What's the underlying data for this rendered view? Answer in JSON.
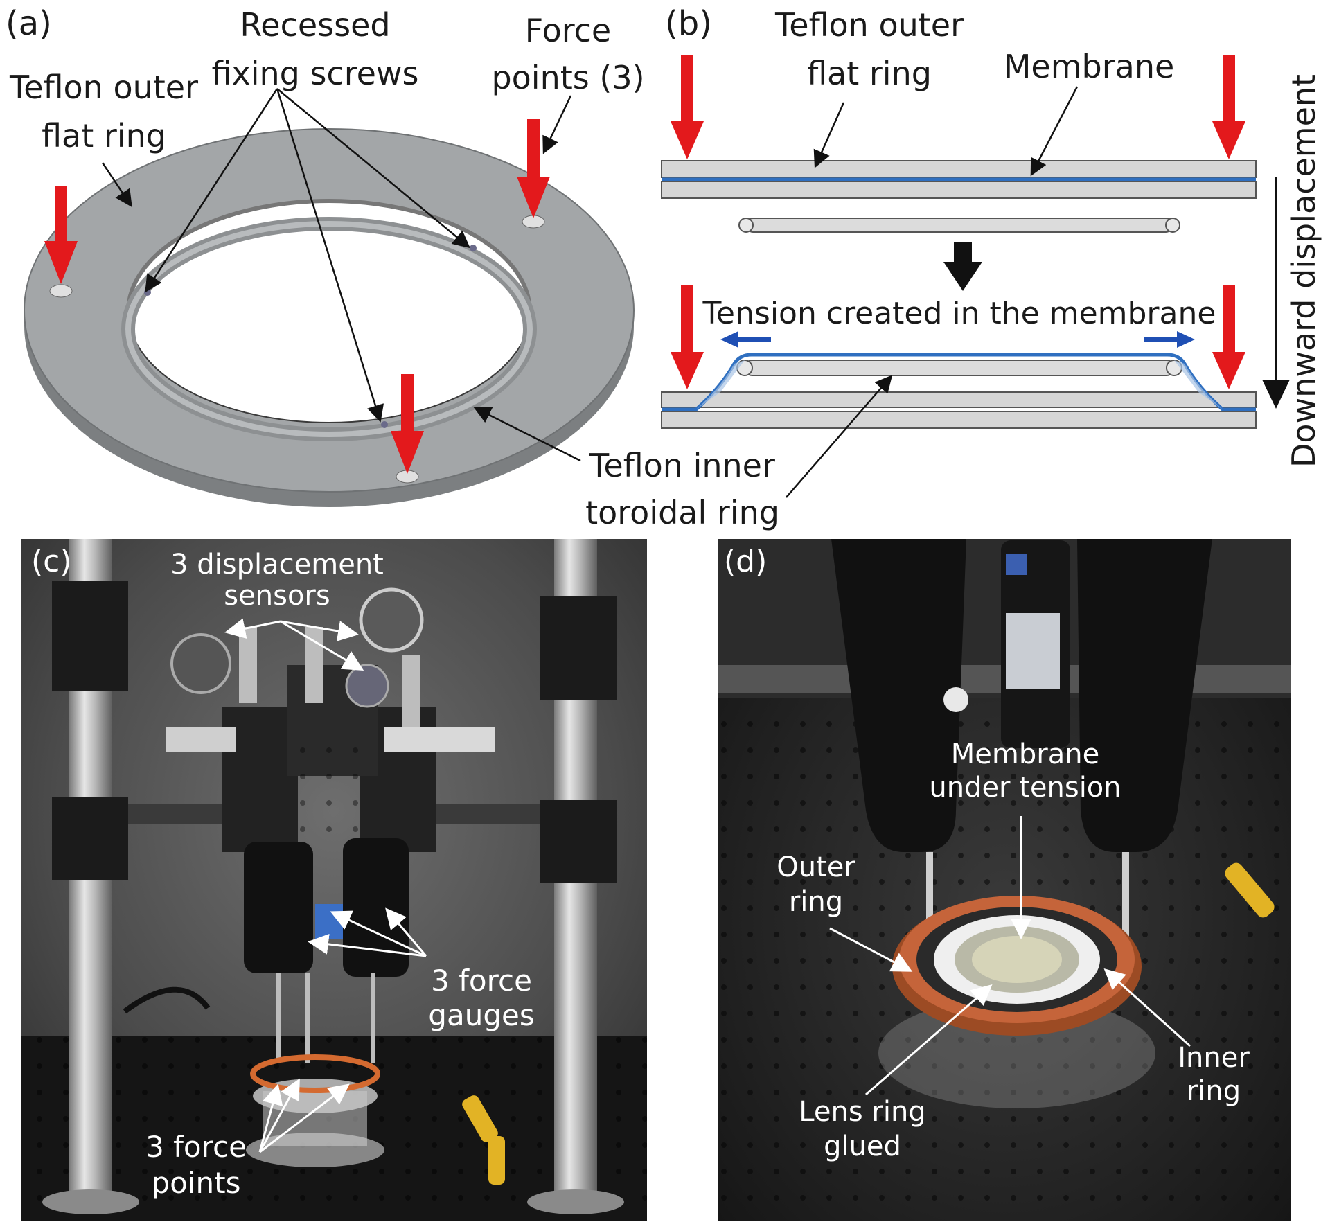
{
  "panel_a": {
    "tag": "(a)",
    "outer_ring_label": [
      "Teflon outer",
      "flat ring"
    ],
    "screws_label": [
      "Recessed",
      "fixing screws"
    ],
    "force_label": [
      "Force",
      "points (3)"
    ],
    "inner_ring_label": [
      "Teflon inner",
      "toroidal ring"
    ]
  },
  "panel_b": {
    "tag": "(b)",
    "outer_ring_label": [
      "Teflon outer",
      "flat ring"
    ],
    "membrane_label": "Membrane",
    "tension_label": "Tension created in the membrane",
    "displacement_label": "Downward displacement"
  },
  "panel_c": {
    "tag": "(c)",
    "sensors_label": [
      "3 displacement",
      "sensors"
    ],
    "gauges_label": [
      "3 force",
      "gauges"
    ],
    "points_label": [
      "3 force",
      "points"
    ]
  },
  "panel_d": {
    "tag": "(d)",
    "membrane_label": [
      "Membrane",
      "under tension"
    ],
    "outer_label": [
      "Outer",
      "ring"
    ],
    "inner_label": [
      "Inner",
      "ring"
    ],
    "lens_label": [
      "Lens ring",
      "glued"
    ]
  },
  "colors": {
    "force_arrow": "#e3191c",
    "tension_arrow": "#1f4fb4",
    "ring_gray": "#9a9d9f",
    "membrane_blue": "#2f6fc0"
  }
}
